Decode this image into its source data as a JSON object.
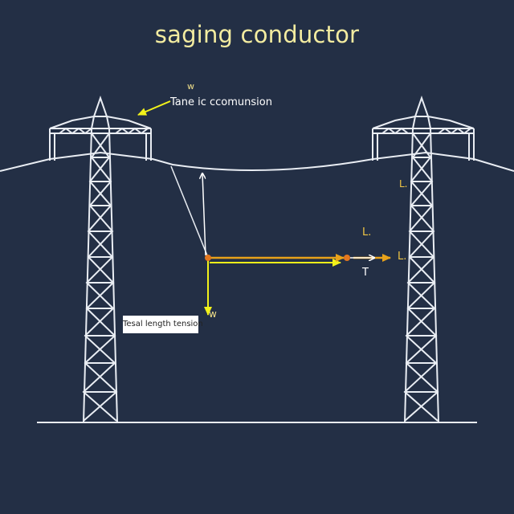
{
  "title": "saging conductor",
  "labels": {
    "w_top": "w",
    "tane": "Tane ic ccomunsion",
    "w_low": "w",
    "T": "T",
    "L1": "L.",
    "L2": "L.",
    "L3": "L."
  },
  "box_label": "Tesal length tension",
  "colors": {
    "background": "#232f45",
    "structure": "#e9edf3",
    "title": "#f3eca0",
    "arrow_yellow": "#f2f21a",
    "arrow_orange": "#e8a21a",
    "dot": "#e3771e"
  }
}
